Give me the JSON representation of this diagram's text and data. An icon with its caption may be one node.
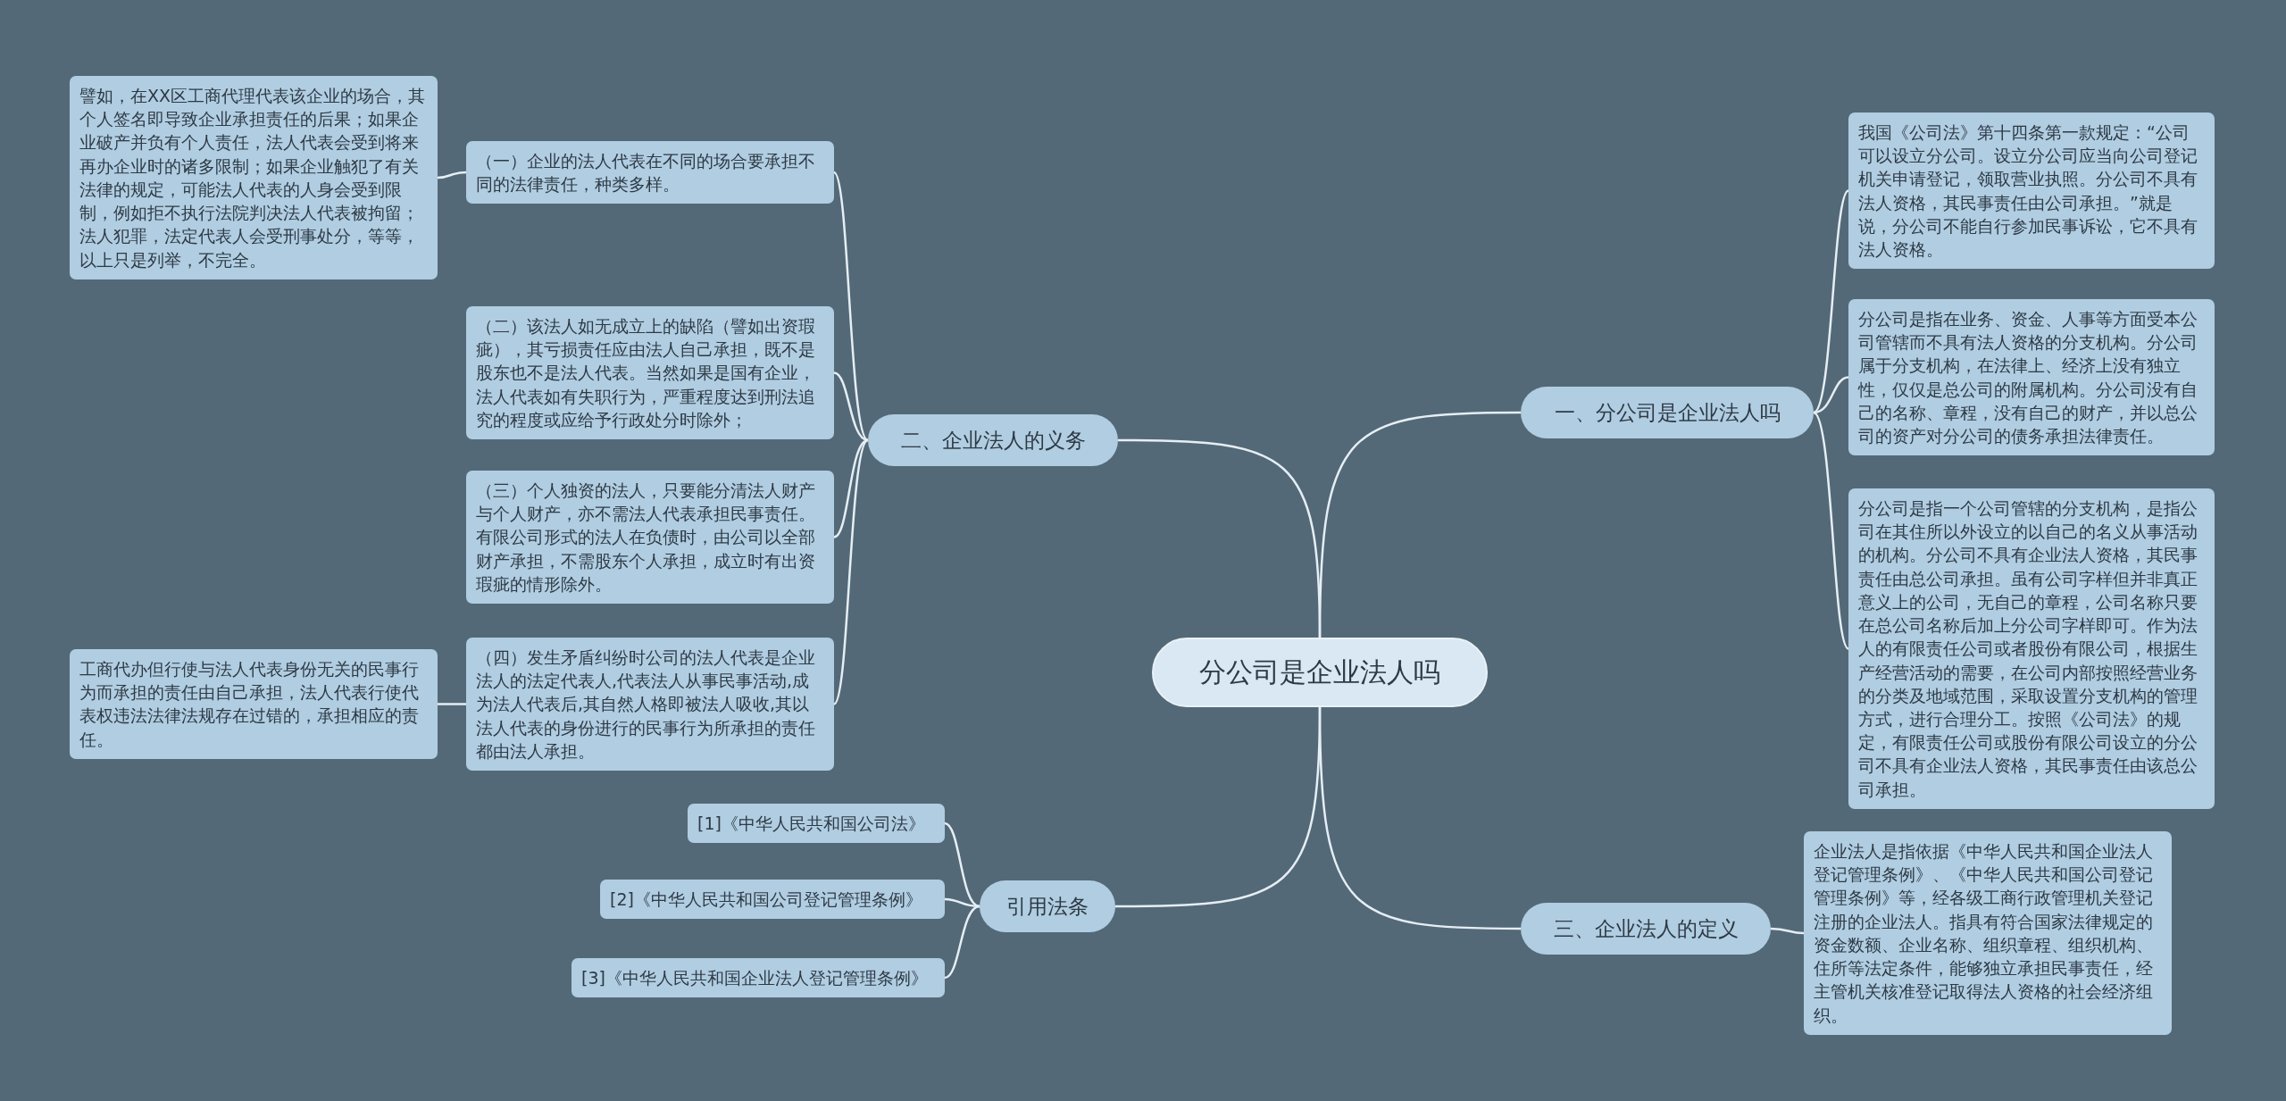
{
  "diagram": {
    "nodes": [
      {
        "text": [
          "分公司是企业法人吗"
        ]
      },
      {
        "text": [
          "一、分公司是企业法人吗"
        ]
      },
      {
        "text": [
          "我国《公司法》第十四条第一款规定：“公司可以设立分公司。设立分公司应当向公司登记机关申请登记，领取营业执照。分公司不具有法人资格，其民事责任由公司承担。”就是说，分公司不能自行参加民事诉讼，它不具有法人资格。"
        ]
      },
      {
        "text": [
          "分公司是指在业务、资金、人事等方面受本公司管辖而不具有法人资格的分支机构。分公司属于分支机构，在法律上、经济上没有独立性，仅仅是总公司的附属机构。分公司没有自己的名称、章程，没有自己的财产，并以总公司的资产对分公司的债务承担法律责任。"
        ]
      },
      {
        "text": [
          "分公司是指一个公司管辖的分支机构，是指公司在其住所以外设立的以自己的名义从事活动的机构。分公司不具有企业法人资格，其民事责任由总公司承担。虽有公司字样但并非真正意义上的公司，无自己的章程，公司名称只要在总公司名称后加上分公司字样即可。作为法人的有限责任公司或者股份有限公司，根据生产经营活动的需要，在公司内部按照经营业务的分类及地域范围，采取设置分支机构的管理方式，进行合理分工。按照《公司法》的规定，有限责任公司或股份有限公司设立的分公司不具有企业法人资格，其民事责任由该总公司承担。"
        ]
      },
      {
        "text": [
          "三、企业法人的定义"
        ]
      },
      {
        "text": [
          "企业法人是指依据《中华人民共和国企业法人登记管理条例》、《中华人民共和国公司登记管理条例》等，经各级工商行政管理机关登记注册的企业法人。指具有符合国家法律规定的资金数额、企业名称、组织章程、组织机构、住所等法定条件，能够独立承担民事责任，经主管机关核准登记取得法人资格的社会经济组织。"
        ]
      },
      {
        "text": [
          "二、企业法人的义务"
        ]
      },
      {
        "text": [
          "（一）企业的法人代表在不同的场合要承担不同的法律责任，种类多样。"
        ]
      },
      {
        "text": [
          "譬如，在XX区工商代理代表该企业的场合，其个人签名即导致企业承担责任的后果；如果企业破产并负有个人责任，法人代表会受到将来再办企业时的诸多限制；如果企业触犯了有关法律的规定，可能法人代表的人身会受到限制，例如拒不执行法院判决法人代表被拘留；法人犯罪，法定代表人会受刑事处分，等等，以上只是列举，不完全。"
        ]
      },
      {
        "text": [
          "（二）该法人如无成立上的缺陷（譬如出资瑕疵），其亏损责任应由法人自己承担，既不是股东也不是法人代表。当然如果是国有企业，法人代表如有失职行为，严重程度达到刑法追究的程度或应给予行政处分时除外；"
        ]
      },
      {
        "text": [
          "（三）个人独资的法人，只要能分清法人财产与个人财产，亦不需法人代表承担民事责任。有限公司形式的法人在负债时，由公司以全部财产承担，不需股东个人承担，成立时有出资瑕疵的情形除外。"
        ]
      },
      {
        "text": [
          "（四）发生矛盾纠纷时公司的法人代表是企业法人的法定代表人,代表法人从事民事活动,成为法人代表后,其自然人格即被法人吸收,其以法人代表的身份进行的民事行为所承担的责任都由法人承担。"
        ]
      },
      {
        "text": [
          "工商代办但行使与法人代表身份无关的民事行为而承担的责任由自己承担，法人代表行使代表权违法法律法规存在过错的，承担相应的责任。"
        ]
      },
      {
        "text": [
          "引用法条"
        ]
      },
      {
        "text": [
          "[1]《中华人民共和国公司法》"
        ]
      },
      {
        "text": [
          "[2]《中华人民共和国公司登记管理条例》"
        ]
      },
      {
        "text": [
          "[3]《中华人民共和国企业法人登记管理条例》"
        ]
      }
    ],
    "edges": [
      {
        "from": 0,
        "to": 1,
        "arrow": "none"
      },
      {
        "from": 1,
        "to": 2,
        "arrow": "none"
      },
      {
        "from": 1,
        "to": 3,
        "arrow": "none"
      },
      {
        "from": 1,
        "to": 4,
        "arrow": "none"
      },
      {
        "from": 0,
        "to": 5,
        "arrow": "none"
      },
      {
        "from": 5,
        "to": 6,
        "arrow": "none"
      },
      {
        "from": 0,
        "to": 7,
        "arrow": "none"
      },
      {
        "from": 7,
        "to": 8,
        "arrow": "none"
      },
      {
        "from": 8,
        "to": 9,
        "arrow": "none"
      },
      {
        "from": 7,
        "to": 10,
        "arrow": "none"
      },
      {
        "from": 7,
        "to": 11,
        "arrow": "none"
      },
      {
        "from": 7,
        "to": 12,
        "arrow": "none"
      },
      {
        "from": 12,
        "to": 13,
        "arrow": "none"
      },
      {
        "from": 0,
        "to": 14,
        "arrow": "none"
      },
      {
        "from": 14,
        "to": 15,
        "arrow": "none"
      },
      {
        "from": 14,
        "to": 16,
        "arrow": "none"
      },
      {
        "from": 14,
        "to": 17,
        "arrow": "none"
      }
    ]
  }
}
